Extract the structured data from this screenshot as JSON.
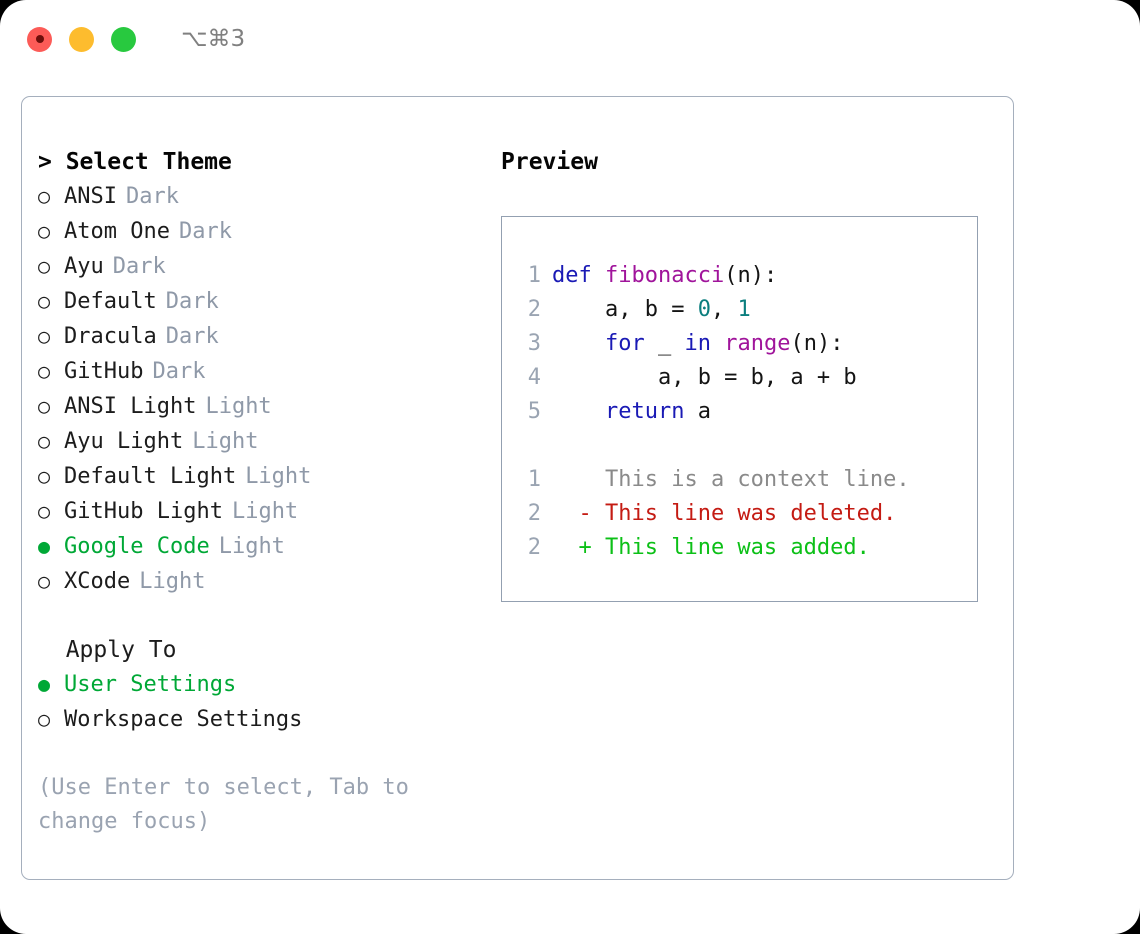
{
  "titlebar": {
    "shortcut": "⌥⌘3",
    "traffic_lights": [
      "red",
      "yellow",
      "green"
    ]
  },
  "theme_picker": {
    "heading": "> Select Theme",
    "marker_selected": "●",
    "marker_unselected": "○",
    "selected_color": "#00a836",
    "suffix_color": "#8f99a8",
    "options": [
      {
        "label": "ANSI",
        "suffix": "Dark",
        "selected": false
      },
      {
        "label": "Atom One",
        "suffix": "Dark",
        "selected": false
      },
      {
        "label": "Ayu",
        "suffix": "Dark",
        "selected": false
      },
      {
        "label": "Default",
        "suffix": "Dark",
        "selected": false
      },
      {
        "label": "Dracula",
        "suffix": "Dark",
        "selected": false
      },
      {
        "label": "GitHub",
        "suffix": "Dark",
        "selected": false
      },
      {
        "label": "ANSI Light",
        "suffix": "Light",
        "selected": false
      },
      {
        "label": "Ayu Light",
        "suffix": "Light",
        "selected": false
      },
      {
        "label": "Default Light",
        "suffix": "Light",
        "selected": false
      },
      {
        "label": "GitHub Light",
        "suffix": "Light",
        "selected": false
      },
      {
        "label": "Google Code",
        "suffix": "Light",
        "selected": true
      },
      {
        "label": "XCode",
        "suffix": "Light",
        "selected": false
      }
    ]
  },
  "apply_to": {
    "heading": "  Apply To",
    "options": [
      {
        "label": "User Settings",
        "selected": true
      },
      {
        "label": "Workspace Settings",
        "selected": false
      }
    ]
  },
  "hint": "(Use Enter to select, Tab to change focus)",
  "preview": {
    "heading": "Preview",
    "code_lines": [
      {
        "number": "1",
        "tokens": [
          {
            "text": "def ",
            "type": "kw"
          },
          {
            "text": "fibonacci",
            "type": "fn"
          },
          {
            "text": "(n):",
            "type": "punc"
          }
        ]
      },
      {
        "number": "2",
        "tokens": [
          {
            "text": "    a, b = ",
            "type": "punc"
          },
          {
            "text": "0",
            "type": "num"
          },
          {
            "text": ", ",
            "type": "punc"
          },
          {
            "text": "1",
            "type": "num"
          }
        ]
      },
      {
        "number": "3",
        "tokens": [
          {
            "text": "    ",
            "type": "punc"
          },
          {
            "text": "for",
            "type": "kw"
          },
          {
            "text": " _ ",
            "type": "punc"
          },
          {
            "text": "in",
            "type": "kw"
          },
          {
            "text": " ",
            "type": "punc"
          },
          {
            "text": "range",
            "type": "fn"
          },
          {
            "text": "(n):",
            "type": "punc"
          }
        ]
      },
      {
        "number": "4",
        "tokens": [
          {
            "text": "        a, b = b, a + b",
            "type": "punc"
          }
        ]
      },
      {
        "number": "5",
        "tokens": [
          {
            "text": "    ",
            "type": "punc"
          },
          {
            "text": "return",
            "type": "kw"
          },
          {
            "text": " a",
            "type": "punc"
          }
        ]
      }
    ],
    "diff_lines": [
      {
        "number": "1",
        "sign": " ",
        "text": "This is a context line.",
        "kind": "ctx"
      },
      {
        "number": "2",
        "sign": "-",
        "text": "This line was deleted.",
        "kind": "del"
      },
      {
        "number": "2",
        "sign": "+",
        "text": "This line was added.",
        "kind": "add"
      }
    ]
  }
}
